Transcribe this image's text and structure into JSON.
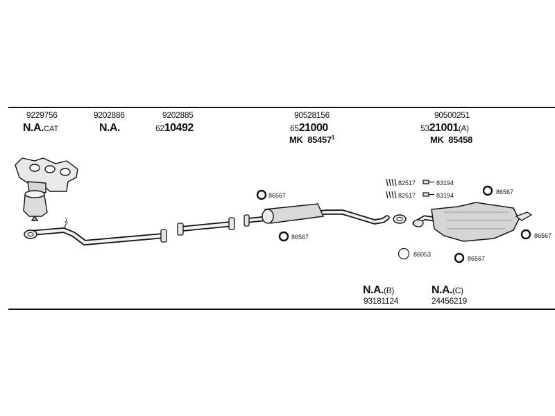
{
  "columns": [
    {
      "part_number": "9229756",
      "code": "N.A.",
      "suffix": "CAT"
    },
    {
      "part_number": "9202886",
      "code": "N.A."
    },
    {
      "part_number": "9202885",
      "code_prefix": "62",
      "code": "10492"
    },
    {
      "part_number": "90528156",
      "code_prefix": "65",
      "code": "21000",
      "mk": "MK",
      "mk_number": "85457",
      "mk_sup": "1"
    },
    {
      "part_number": "90500251",
      "code_prefix": "53",
      "code": "21001",
      "variant": "(A)",
      "mk": "MK",
      "mk_number": "85458"
    }
  ],
  "parts": {
    "p86567": "86567",
    "p82517": "82517",
    "p83194": "83194",
    "p86053": "86053",
    "lambda": "λ"
  },
  "bottom": [
    {
      "code": "N.A.",
      "variant": "(B)",
      "part_number": "93181124"
    },
    {
      "code": "N.A.",
      "variant": "(C)",
      "part_number": "24456219"
    }
  ]
}
